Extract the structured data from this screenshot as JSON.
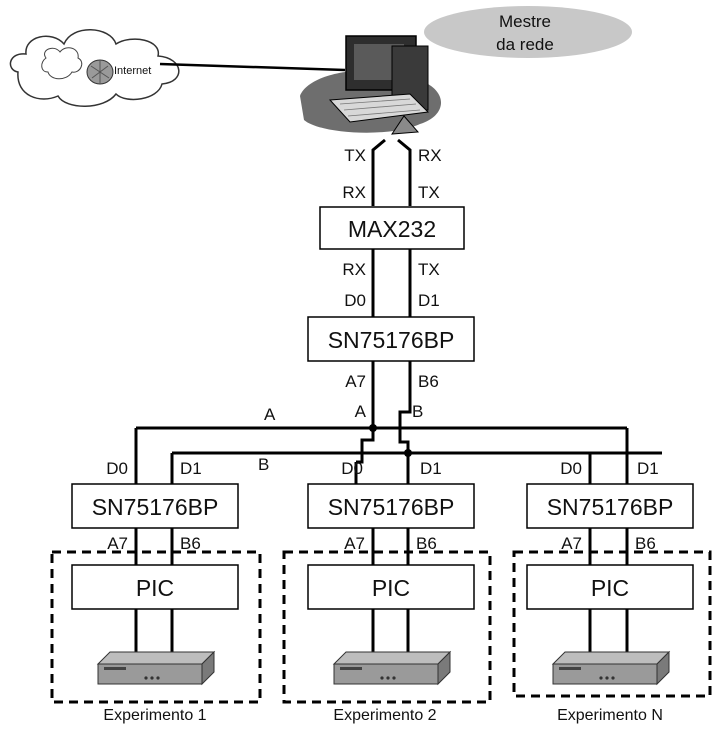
{
  "cloud_label": "Internet",
  "master_label_line1": "Mestre",
  "master_label_line2": "da rede",
  "pc_link": {
    "left": "TX",
    "right": "RX"
  },
  "max232": {
    "title": "MAX232",
    "top_left": "RX",
    "top_right": "TX",
    "bottom_left": "RX",
    "bottom_right": "TX"
  },
  "transceiver_main": {
    "title": "SN75176BP",
    "top_left": "D0",
    "top_right": "D1",
    "bottom_left": "A7",
    "bottom_right": "B6"
  },
  "bus": {
    "line_a": "A",
    "line_b": "B",
    "junction_a": "A",
    "junction_b": "B"
  },
  "experiments": [
    {
      "caption": "Experimento 1",
      "transceiver": "SN75176BP",
      "d0": "D0",
      "d1": "D1",
      "a7": "A7",
      "b6": "B6",
      "mcu": "PIC"
    },
    {
      "caption": "Experimento 2",
      "transceiver": "SN75176BP",
      "d0": "D0",
      "d1": "D1",
      "a7": "A7",
      "b6": "B6",
      "mcu": "PIC"
    },
    {
      "caption": "Experimento N",
      "transceiver": "SN75176BP",
      "d0": "D0",
      "d1": "D1",
      "a7": "A7",
      "b6": "B6",
      "mcu": "PIC"
    }
  ]
}
